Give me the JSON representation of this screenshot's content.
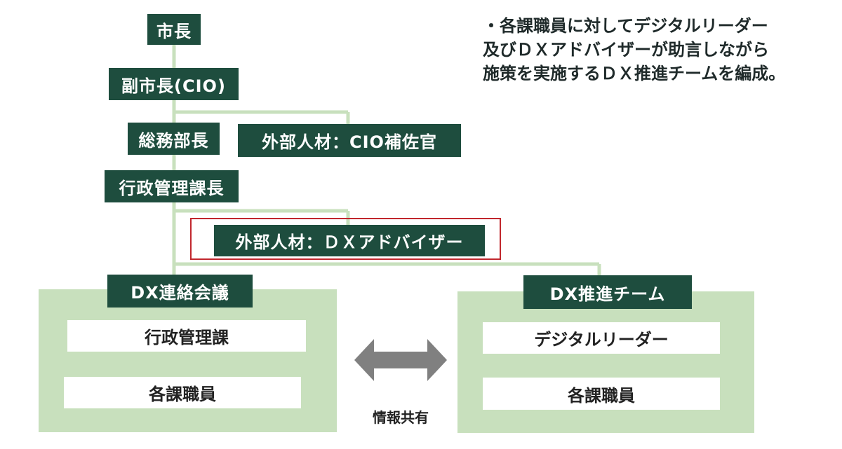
{
  "org_chart": {
    "mayor": "市長",
    "deputy_mayor": "副市長(CIO)",
    "general_affairs_director": "総務部長",
    "cio_assistant": "外部人材：CIO補佐官",
    "admin_section_chief": "行政管理課長",
    "dx_advisor": "外部人材：ＤＸアドバイザー"
  },
  "note": {
    "lines": [
      "・各課職員に対してデジタルリーダー",
      "及びＤＸアドバイザーが助言しながら",
      "施策を実施するＤＸ推進チームを編成。"
    ]
  },
  "dx_liaison_council": {
    "title": "DX連絡会議",
    "members": [
      "行政管理課",
      "各課職員"
    ]
  },
  "dx_promotion_team": {
    "title": "DX推進チーム",
    "members": [
      "デジタルリーダー",
      "各課職員"
    ]
  },
  "information_sharing": {
    "label": "情報共有"
  },
  "colors": {
    "node_fill": "#1e4d3e",
    "connector": "#c8e0bd",
    "panel_fill": "#c8e0bd",
    "highlight_border": "#c1272d",
    "arrow_fill": "#808080"
  }
}
